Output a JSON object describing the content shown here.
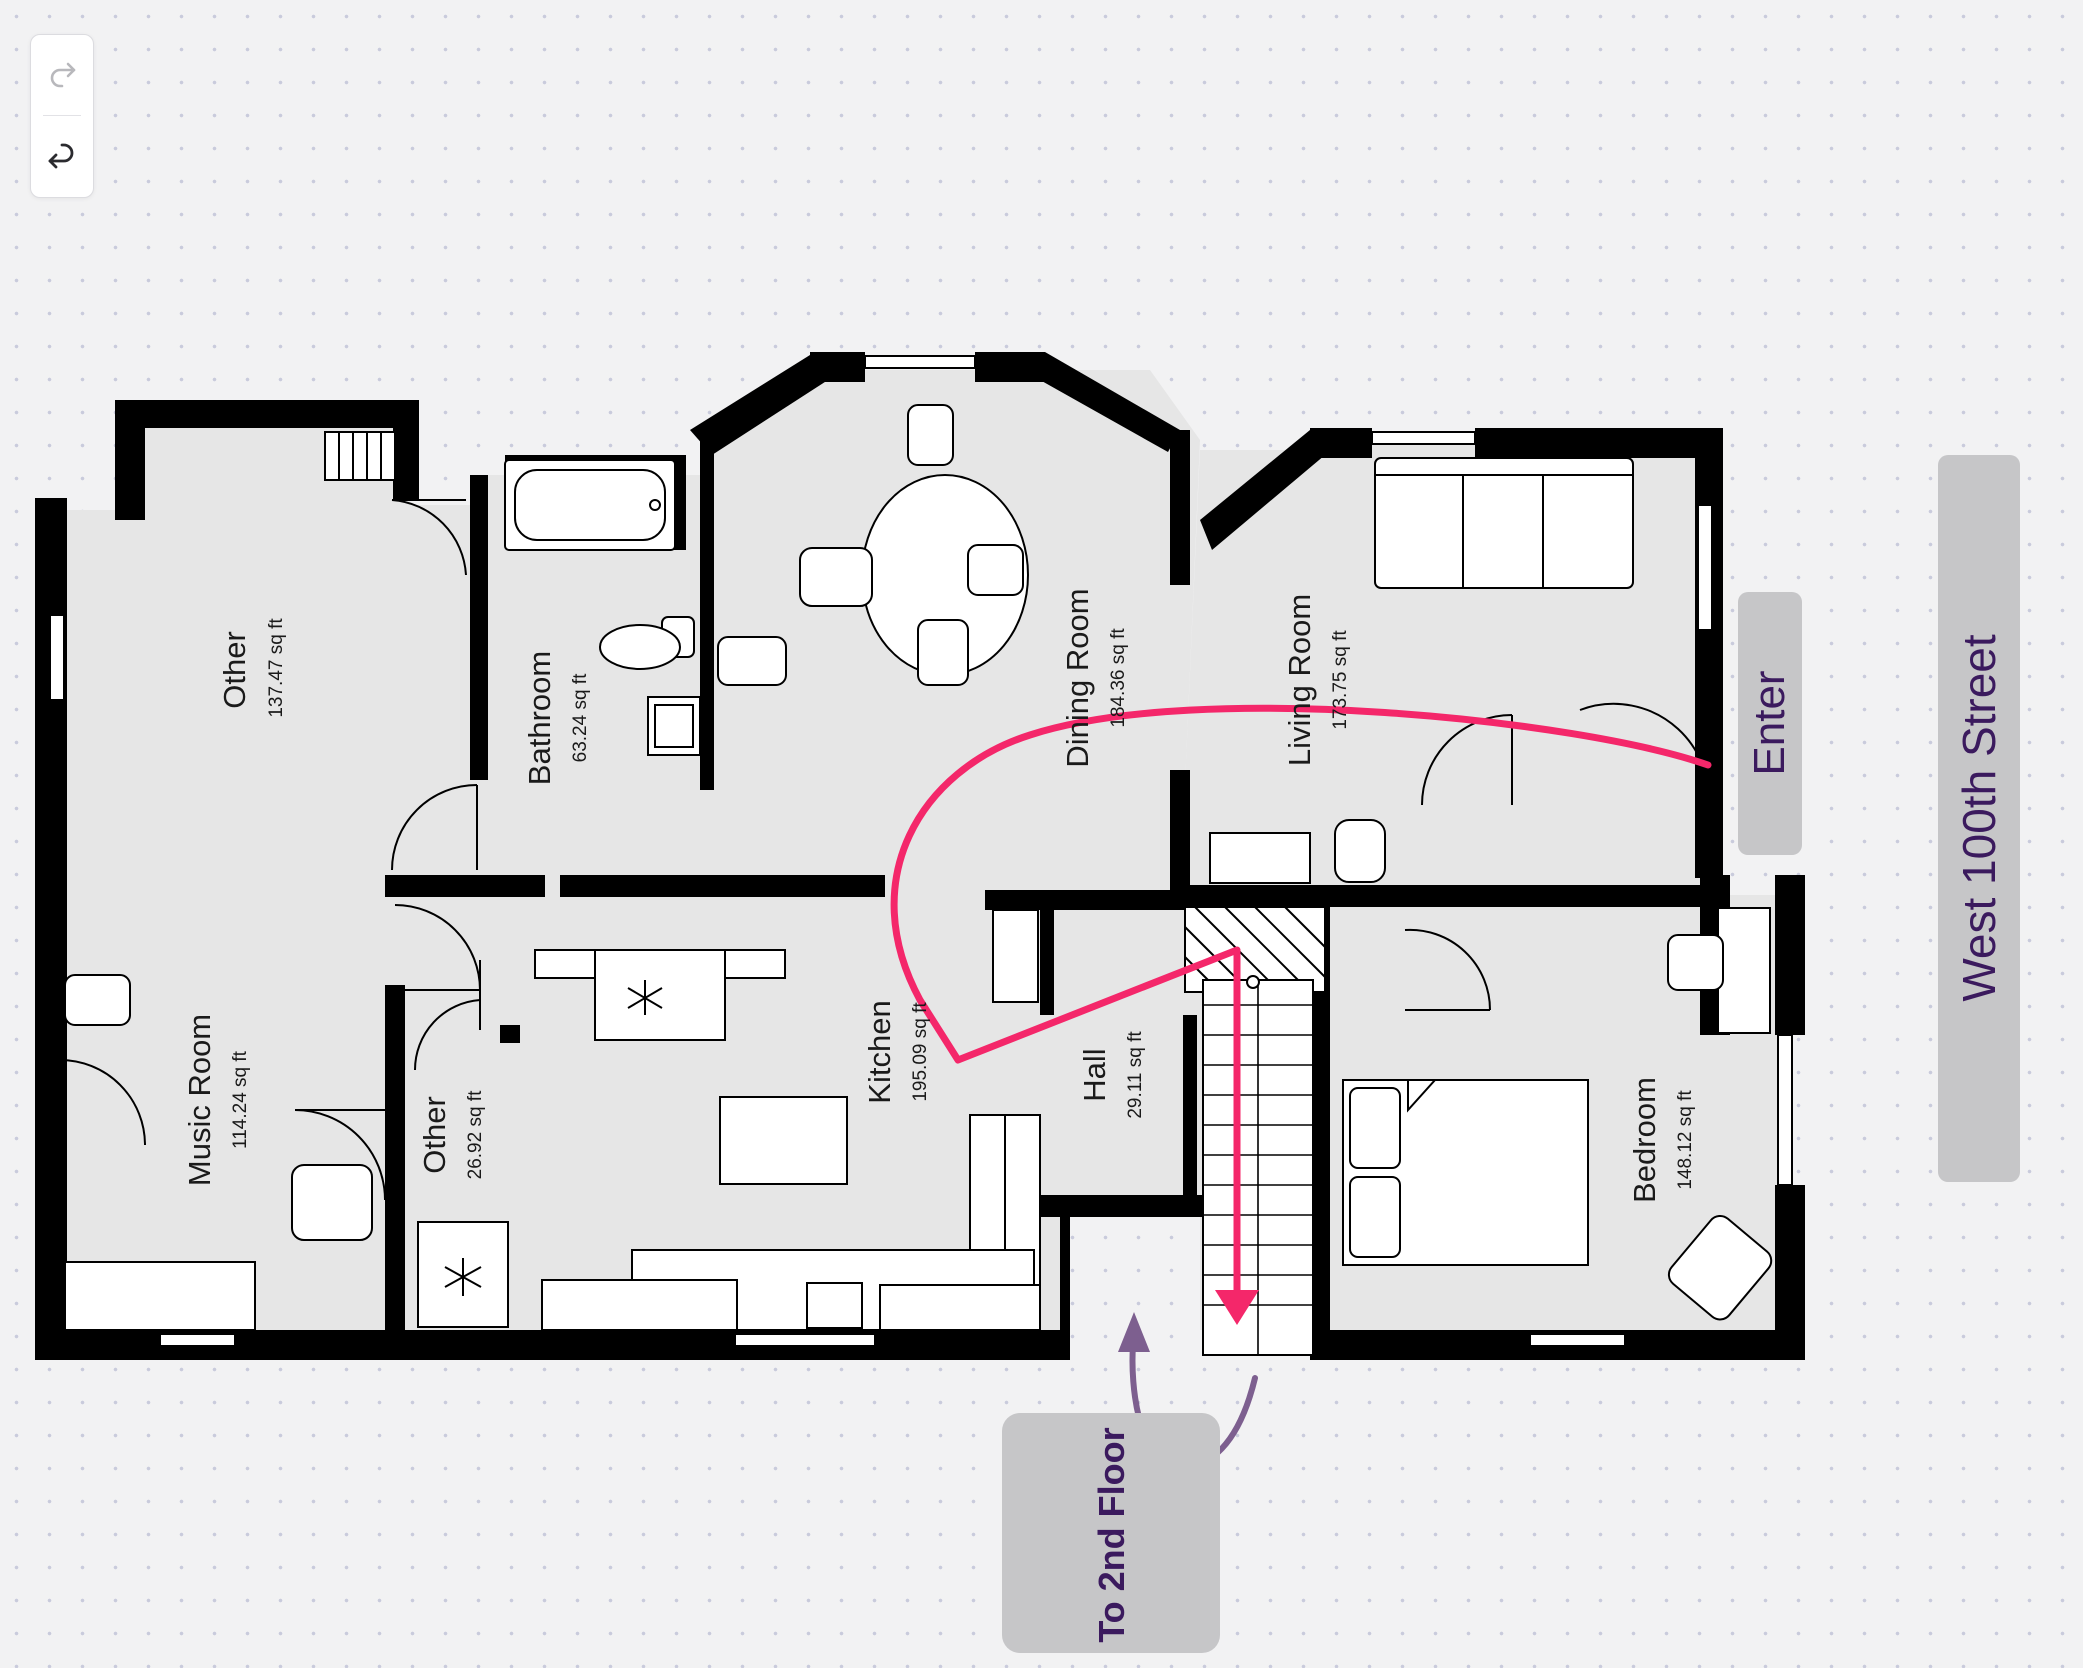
{
  "toolbar": {
    "redo": {
      "icon": "redo-icon",
      "enabled": false
    },
    "undo": {
      "icon": "undo-icon",
      "enabled": true
    }
  },
  "rooms": [
    {
      "id": "other-1",
      "name": "Other",
      "area": "137.47 sq ft"
    },
    {
      "id": "bathroom",
      "name": "Bathroom",
      "area": "63.24 sq ft"
    },
    {
      "id": "dining-room",
      "name": "Dining Room",
      "area": "184.36 sq ft"
    },
    {
      "id": "living-room",
      "name": "Living Room",
      "area": "173.75 sq ft"
    },
    {
      "id": "music-room",
      "name": "Music Room",
      "area": "114.24 sq ft"
    },
    {
      "id": "other-2",
      "name": "Other",
      "area": "26.92 sq ft"
    },
    {
      "id": "kitchen",
      "name": "Kitchen",
      "area": "195.09 sq ft"
    },
    {
      "id": "hall",
      "name": "Hall",
      "area": "29.11 sq ft"
    },
    {
      "id": "bedroom",
      "name": "Bedroom",
      "area": "148.12 sq ft"
    }
  ],
  "annotations": {
    "enter": "Enter",
    "street": "West 100th Street",
    "to_second_floor": "To 2nd Floor"
  },
  "colors": {
    "background": "#f2f2f3",
    "floor": "#e6e6e6",
    "wall": "#000000",
    "route": "#f4276a",
    "label_box": "#c6c6c8",
    "label_text": "#3b1a5e",
    "arrow_purple": "#7d5f8f"
  }
}
